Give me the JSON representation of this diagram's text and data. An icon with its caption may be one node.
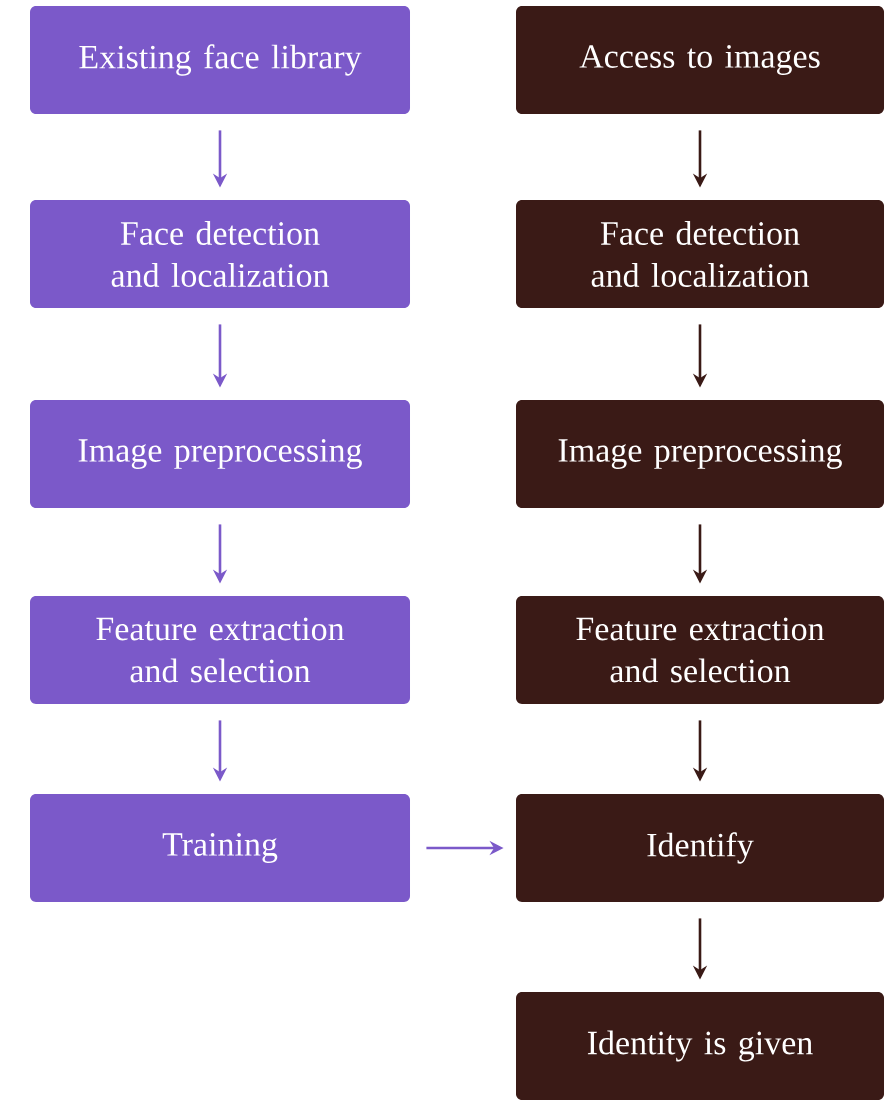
{
  "diagram": {
    "nodes": [
      {
        "text": [
          "Existing face library"
        ]
      },
      {
        "text": [
          "Face detection and localization"
        ]
      },
      {
        "text": [
          "Image preprocessing"
        ]
      },
      {
        "text": [
          "Feature extraction and selection"
        ]
      },
      {
        "text": [
          "Training"
        ]
      },
      {
        "text": [
          "Access to images"
        ]
      },
      {
        "text": [
          "Face detection and localization"
        ]
      },
      {
        "text": [
          "Image preprocessing"
        ]
      },
      {
        "text": [
          "Feature extraction and selection"
        ]
      },
      {
        "text": [
          "Identify"
        ]
      },
      {
        "text": [
          "Identity is given"
        ]
      }
    ],
    "edges": [
      {
        "from": 0,
        "to": 1,
        "arrow": "to",
        "color": "#7b59c9"
      },
      {
        "from": 1,
        "to": 2,
        "arrow": "to",
        "color": "#7b59c9"
      },
      {
        "from": 2,
        "to": 3,
        "arrow": "to",
        "color": "#7b59c9"
      },
      {
        "from": 3,
        "to": 4,
        "arrow": "to",
        "color": "#7b59c9"
      },
      {
        "from": 5,
        "to": 6,
        "arrow": "to",
        "color": "#3a1a16"
      },
      {
        "from": 6,
        "to": 7,
        "arrow": "to",
        "color": "#3a1a16"
      },
      {
        "from": 7,
        "to": 8,
        "arrow": "to",
        "color": "#3a1a16"
      },
      {
        "from": 8,
        "to": 9,
        "arrow": "to",
        "color": "#3a1a16"
      },
      {
        "from": 9,
        "to": 10,
        "arrow": "to",
        "color": "#3a1a16"
      },
      {
        "from": 4,
        "to": 9,
        "arrow": "to",
        "color": "#7b59c9"
      }
    ]
  }
}
